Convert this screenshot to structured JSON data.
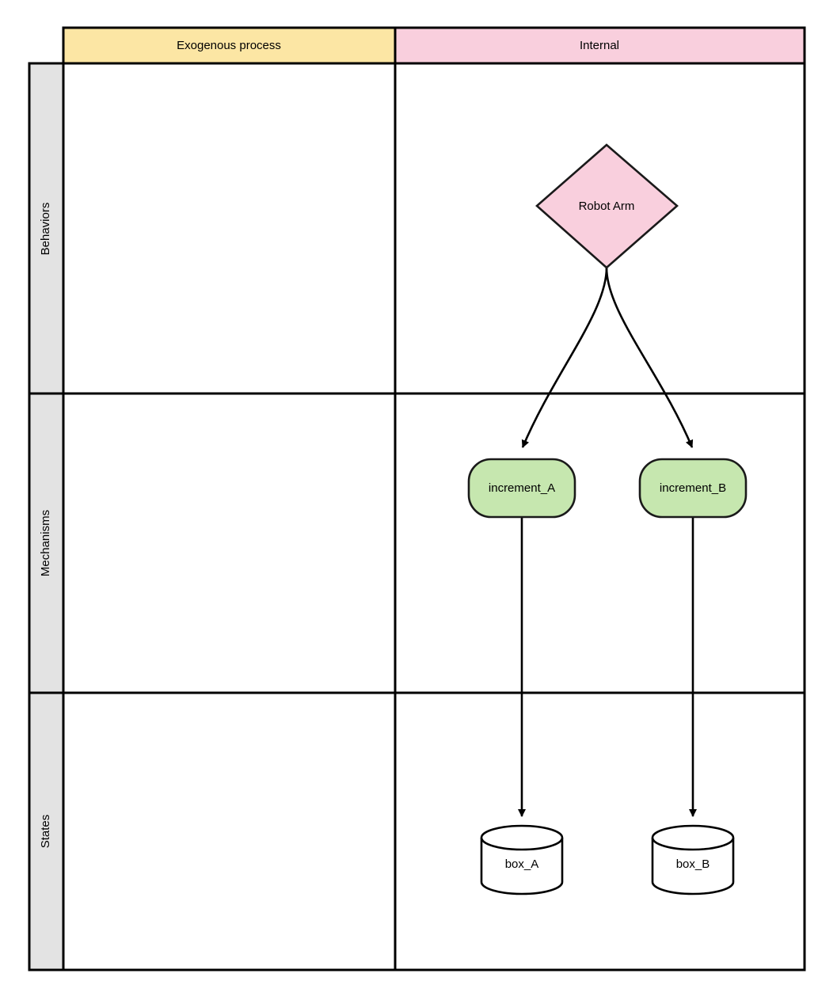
{
  "diagram": {
    "type": "swimlane-pool",
    "background": "#ffffff",
    "border_color": "#000000",
    "columns": [
      {
        "id": "exogenous",
        "label": "Exogenous process",
        "fill": "#fce6a4"
      },
      {
        "id": "internal",
        "label": "Internal",
        "fill": "#f9cfdd"
      }
    ],
    "rows": [
      {
        "id": "behaviors",
        "label": "Behaviors",
        "fill": "#e3e3e3"
      },
      {
        "id": "mechanisms",
        "label": "Mechanisms",
        "fill": "#e3e3e3"
      },
      {
        "id": "states",
        "label": "States",
        "fill": "#e3e3e3"
      }
    ],
    "nodes": [
      {
        "id": "robot_arm",
        "label": "Robot Arm",
        "shape": "diamond",
        "fill": "#f9cfdd",
        "stroke": "#1a1a1a",
        "column": "internal",
        "row": "behaviors"
      },
      {
        "id": "increment_a",
        "label": "increment_A",
        "shape": "rounded-rectangle",
        "fill": "#c6e7af",
        "stroke": "#1a1a1a",
        "column": "internal",
        "row": "mechanisms"
      },
      {
        "id": "increment_b",
        "label": "increment_B",
        "shape": "rounded-rectangle",
        "fill": "#c6e7af",
        "stroke": "#1a1a1a",
        "column": "internal",
        "row": "mechanisms"
      },
      {
        "id": "box_a",
        "label": "box_A",
        "shape": "cylinder",
        "fill": "#ffffff",
        "stroke": "#000000",
        "column": "internal",
        "row": "states"
      },
      {
        "id": "box_b",
        "label": "box_B",
        "shape": "cylinder",
        "fill": "#ffffff",
        "stroke": "#000000",
        "column": "internal",
        "row": "states"
      }
    ],
    "edges": [
      {
        "id": "e1",
        "from": "robot_arm",
        "to": "increment_a",
        "style": "curved",
        "arrowhead": "filled-triangle"
      },
      {
        "id": "e2",
        "from": "robot_arm",
        "to": "increment_b",
        "style": "curved",
        "arrowhead": "filled-triangle"
      },
      {
        "id": "e3",
        "from": "increment_a",
        "to": "box_a",
        "style": "straight",
        "arrowhead": "filled-triangle"
      },
      {
        "id": "e4",
        "from": "increment_b",
        "to": "box_b",
        "style": "straight",
        "arrowhead": "filled-triangle"
      }
    ]
  }
}
